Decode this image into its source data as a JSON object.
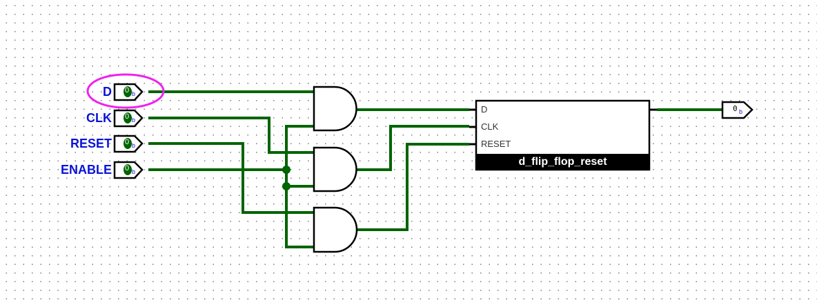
{
  "circuit": {
    "inputs": [
      {
        "label": "D",
        "value": "0"
      },
      {
        "label": "CLK",
        "value": "0"
      },
      {
        "label": "RESET",
        "value": "0"
      },
      {
        "label": "ENABLE",
        "value": "0"
      }
    ],
    "subcircuit": {
      "name": "d_flip_flop_reset",
      "pins": [
        "D",
        "CLK",
        "RESET"
      ]
    },
    "output": {
      "value": "0"
    },
    "radix_suffix": "b",
    "colors": {
      "wire": "#006400",
      "label": "#0a12d8",
      "highlight": "#ee22ee"
    }
  }
}
